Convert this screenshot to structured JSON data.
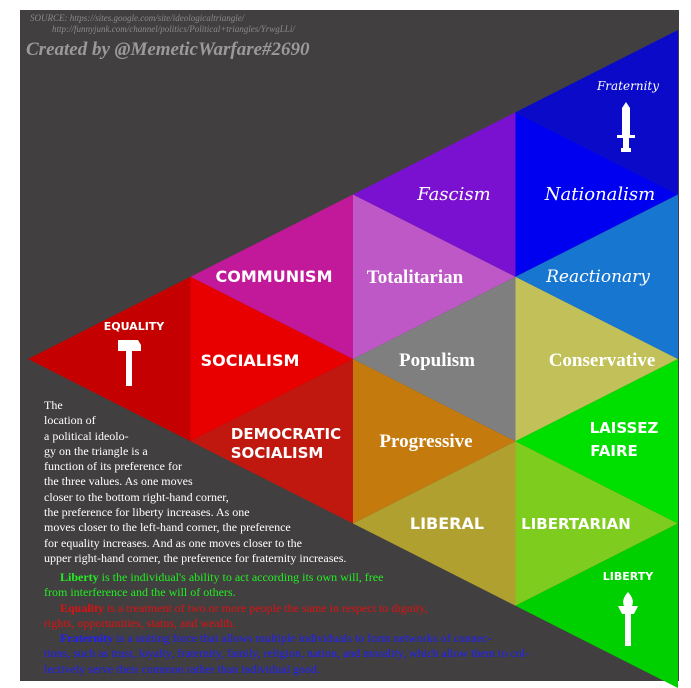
{
  "source": {
    "line1": "SOURCE: https://sites.google.com/site/ideologicaltriangle/",
    "line2": "http://funnyjunk.com/channel/politics/Political+triangles/YrwgLLi/"
  },
  "credit": "Created by @MemeticWarfare#2690",
  "corners": {
    "fraternity": "Fraternity",
    "equality": "EQUALITY",
    "liberty": "LIBERTY"
  },
  "cells": {
    "fascism": "Fascism",
    "nationalism": "Nationalism",
    "communism": "COMMUNISM",
    "totalitarian": "Totalitarian",
    "reactionary": "Reactionary",
    "socialism": "SOCIALISM",
    "populism": "Populism",
    "conservative": "Conservative",
    "democratic_socialism_1": "DEMOCRATIC",
    "democratic_socialism_2": "SOCIALISM",
    "progressive": "Progressive",
    "laissez_faire_1": "LAISSEZ",
    "laissez_faire_2": "FAIRE",
    "liberal": "LIBERAL",
    "libertarian": "LIBERTARIAN"
  },
  "description_lines": [
    "The",
    "location of",
    "a political ideolo-",
    "gy on the triangle is a",
    "function of its preference for",
    "the three values. As one moves",
    "closer to the bottom right-hand corner,",
    "the preference for liberty increases. As one",
    "moves closer to the left-hand corner, the preference",
    "for equality increases. And as one moves closer to the",
    "upper right-hand corner, the preference for fraternity increases."
  ],
  "definitions": {
    "liberty_term": "Liberty",
    "liberty_text_a": " is the individual's ability to act according its own will, free",
    "liberty_text_b": "from interference and the will of others.",
    "equality_term": "Equality",
    "equality_text_a": " is a treatment of two or more people the same in respect to dignity,",
    "equality_text_b": "rights, opportunities, status, and wealth.",
    "fraternity_term": "Fraternity",
    "fraternity_text_a": " is a uniting force that allows multiple individuals to form networks of connec-",
    "fraternity_text_b": "tions, such as trust, loyalty, fraternity, family, religion, nation, and morality, which allow them to col-",
    "fraternity_text_c": "lectively serve their common rather than individual good."
  },
  "colors": {
    "background": "#423f40",
    "fraternity_blue": "#1212e8",
    "equality_red": "#d80000",
    "liberty_green": "#00d400"
  }
}
